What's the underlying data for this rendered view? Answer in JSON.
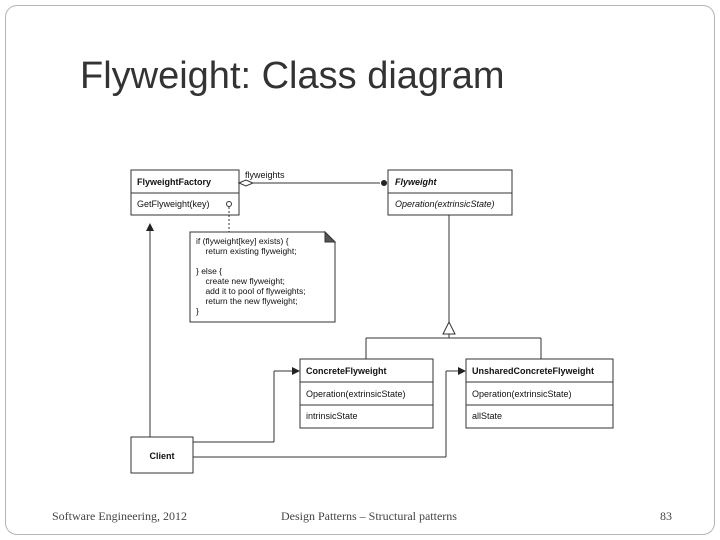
{
  "slide": {
    "title": "Flyweight: Class diagram",
    "footer_left": "Software Engineering, 2012",
    "footer_center": "Design Patterns – Structural patterns",
    "page_number": "83"
  },
  "diagram": {
    "factory": {
      "name": "FlyweightFactory",
      "operation": "GetFlyweight(key)"
    },
    "flyweight": {
      "name": "Flyweight",
      "operation": "Operation(extrinsicState)"
    },
    "association_label": "flyweights",
    "concrete": {
      "name": "ConcreteFlyweight",
      "operation": "Operation(extrinsicState)",
      "attribute": "intrinsicState"
    },
    "unshared": {
      "name": "UnsharedConcreteFlyweight",
      "operation": "Operation(extrinsicState)",
      "attribute": "allState"
    },
    "client": {
      "name": "Client"
    },
    "note": {
      "lines": [
        "if (flyweight[key] exists) {",
        "    return existing flyweight;",
        "",
        "} else {",
        "    create new flyweight;",
        "    add it to pool of flyweights;",
        "    return the new flyweight;",
        "}"
      ]
    }
  },
  "colors": {
    "line": "#333333",
    "title_text": "#333333",
    "frame": "#b5b5b5"
  }
}
